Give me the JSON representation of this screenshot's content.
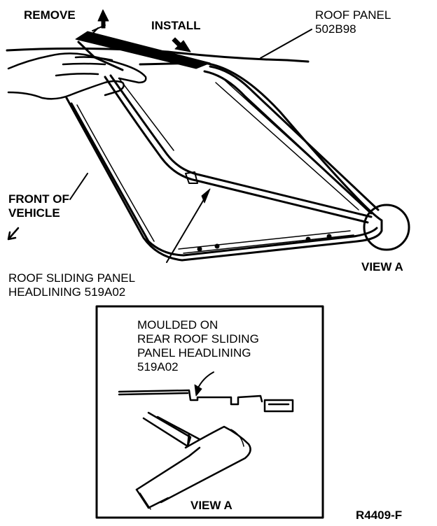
{
  "labels": {
    "remove": "REMOVE",
    "install": "INSTALL",
    "roof_panel": [
      "ROOF PANEL",
      "502B98"
    ],
    "front_of_vehicle": [
      "FRONT OF",
      "VEHICLE"
    ],
    "headlining": [
      "ROOF SLIDING PANEL",
      "HEADLINING 519A02"
    ],
    "view_a_callout": "VIEW A",
    "detail_note": [
      "MOULDED ON",
      "REAR ROOF SLIDING",
      "PANEL HEADLINING",
      "519A02"
    ],
    "detail_caption": "VIEW A",
    "figure_code": "R4409-F"
  }
}
